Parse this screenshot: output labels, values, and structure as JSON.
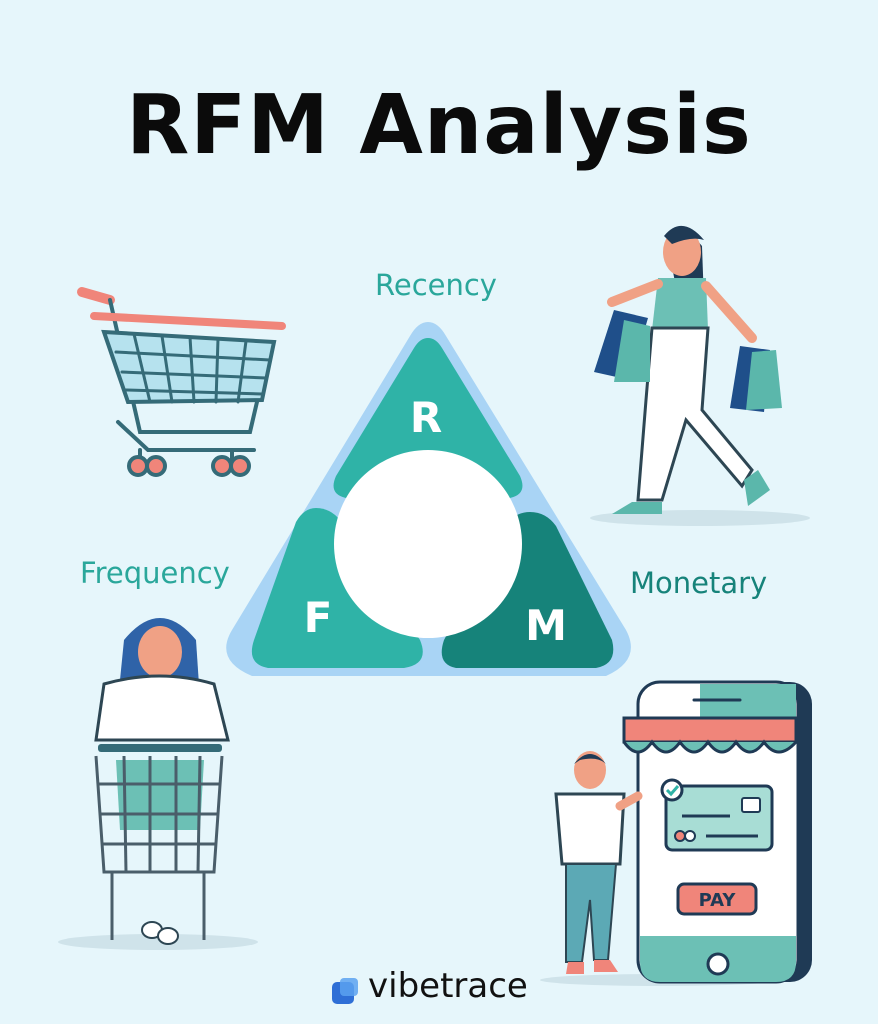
{
  "header": {
    "title": "RFM Analysis"
  },
  "triangle": {
    "labels": {
      "recency": "Recency",
      "frequency": "Frequency",
      "monetary": "Monetary"
    },
    "letters": {
      "r": "R",
      "f": "F",
      "m": "M"
    }
  },
  "illustrations": {
    "payment_screen": {
      "button_label": "PAY"
    }
  },
  "brand": {
    "name": "vibetrace"
  },
  "colors": {
    "background": "#e6f6fb",
    "teal_light": "#2fb3a7",
    "teal_dark": "#16837a",
    "triangle_outline": "#a9d4f5",
    "accent_salmon": "#f0857a"
  }
}
